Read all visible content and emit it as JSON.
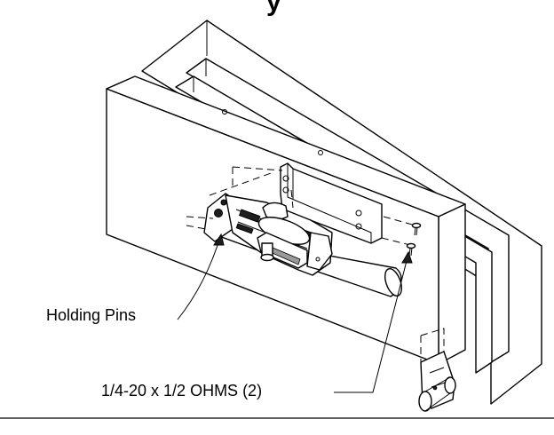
{
  "title_fragment": "y",
  "labels": {
    "holding_pins": "Holding Pins",
    "screws": "1/4-20 x 1/2 OHMS (2)"
  },
  "colors": {
    "ink": "#000000",
    "paper": "#ffffff",
    "shade": "#9a9a9a"
  }
}
